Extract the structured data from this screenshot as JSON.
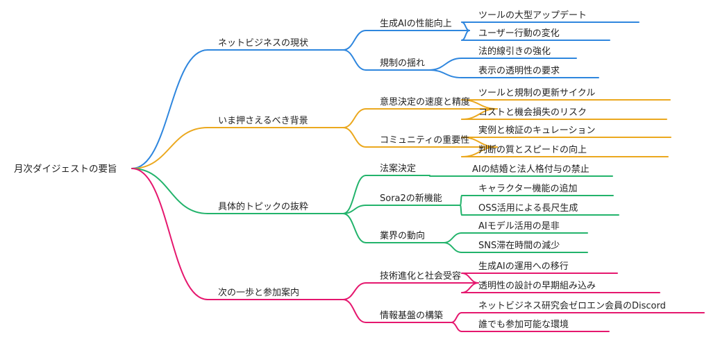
{
  "root": {
    "label": "月次ダイジェストの要旨"
  },
  "colors": {
    "blue": "#2E86DE",
    "orange": "#EBA81E",
    "green": "#22B36B",
    "pink": "#E5176E"
  },
  "branches": [
    {
      "label": "ネットビジネスの現状",
      "color": "blue",
      "children": [
        {
          "label": "生成AIの性能向上",
          "children": [
            {
              "label": "ツールの大型アップデート"
            },
            {
              "label": "ユーザー行動の変化"
            }
          ]
        },
        {
          "label": "規制の揺れ",
          "children": [
            {
              "label": "法的線引きの強化"
            },
            {
              "label": "表示の透明性の要求"
            }
          ]
        }
      ]
    },
    {
      "label": "いま押さえるべき背景",
      "color": "orange",
      "children": [
        {
          "label": "意思決定の速度と精度",
          "children": [
            {
              "label": "ツールと規制の更新サイクル"
            },
            {
              "label": "コストと機会損失のリスク"
            }
          ]
        },
        {
          "label": "コミュニティの重要性",
          "children": [
            {
              "label": "実例と検証のキュレーション"
            },
            {
              "label": "判断の質とスピードの向上"
            }
          ]
        }
      ]
    },
    {
      "label": "具体的トピックの抜粋",
      "color": "green",
      "children": [
        {
          "label": "法案決定",
          "children": [
            {
              "label": "AIの結婚と法人格付与の禁止"
            }
          ]
        },
        {
          "label": "Sora2の新機能",
          "children": [
            {
              "label": "キャラクター機能の追加"
            },
            {
              "label": "OSS活用による長尺生成"
            }
          ]
        },
        {
          "label": "業界の動向",
          "children": [
            {
              "label": "AIモデル活用の是非"
            },
            {
              "label": "SNS滞在時間の減少"
            }
          ]
        }
      ]
    },
    {
      "label": "次の一歩と参加案内",
      "color": "pink",
      "children": [
        {
          "label": "技術進化と社会受容",
          "children": [
            {
              "label": "生成AIの運用への移行"
            },
            {
              "label": "透明性の設計の早期組み込み"
            }
          ]
        },
        {
          "label": "情報基盤の構築",
          "children": [
            {
              "label": "ネットビジネス研究会ゼロエン会員のDiscord"
            },
            {
              "label": "誰でも参加可能な環境"
            }
          ]
        }
      ]
    }
  ]
}
